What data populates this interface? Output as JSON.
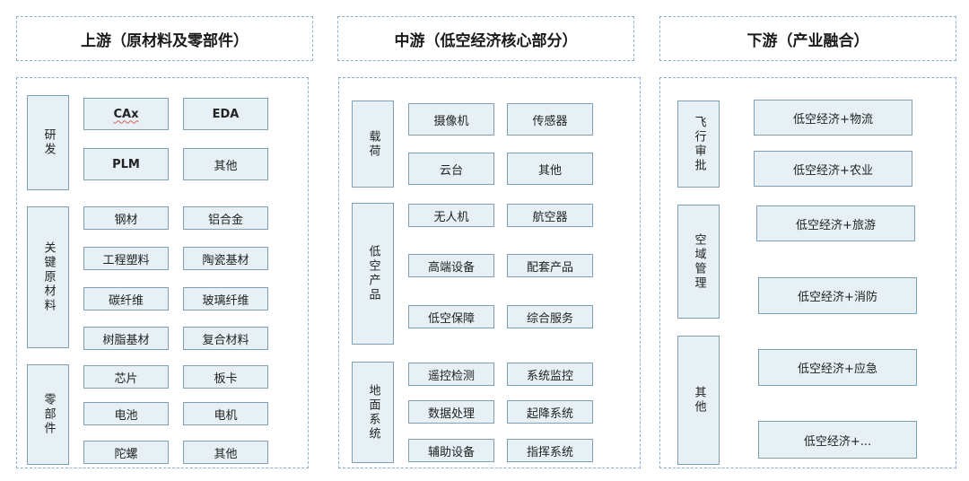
{
  "headers": {
    "upstream": "上游（原材料及零部件）",
    "midstream": "中游（低空经济核心部分）",
    "downstream": "下游（产业融合）"
  },
  "upstream": {
    "groups": [
      {
        "label": "研发",
        "items": [
          "CAx",
          "EDA",
          "PLM",
          "其他"
        ]
      },
      {
        "label": "关键原材料",
        "items": [
          "钢材",
          "铝合金",
          "工程塑料",
          "陶瓷基材",
          "碳纤维",
          "玻璃纤维",
          "树脂基材",
          "复合材料"
        ]
      },
      {
        "label": "零部件",
        "items": [
          "芯片",
          "板卡",
          "电池",
          "电机",
          "陀螺",
          "其他"
        ]
      }
    ]
  },
  "midstream": {
    "groups": [
      {
        "label": "载荷",
        "items": [
          "摄像机",
          "传感器",
          "云台",
          "其他"
        ]
      },
      {
        "label": "低空产品",
        "items": [
          "无人机",
          "航空器",
          "高端设备",
          "配套产品",
          "低空保障",
          "综合服务"
        ]
      },
      {
        "label": "地面系统",
        "items": [
          "遥控检测",
          "系统监控",
          "数据处理",
          "起降系统",
          "辅助设备",
          "指挥系统"
        ]
      }
    ]
  },
  "downstream": {
    "groups": [
      {
        "label": "飞行审批",
        "items": [
          "低空经济+物流",
          "低空经济+农业"
        ]
      },
      {
        "label": "空域管理",
        "items": [
          "低空经济+旅游",
          "低空经济+消防"
        ]
      },
      {
        "label": "其他",
        "items": [
          "低空经济+应急",
          "低空经济+..."
        ]
      }
    ]
  }
}
